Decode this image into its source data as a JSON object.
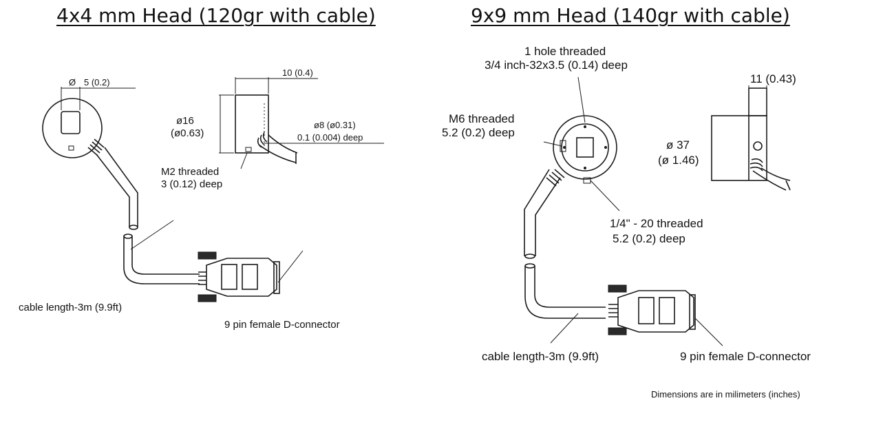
{
  "titles": {
    "left": "4x4 mm Head (120gr with cable)",
    "right": "9x9 mm Head (140gr with cable)"
  },
  "left": {
    "dia5": "5 (0.2)",
    "dim10": "10 (0.4)",
    "d16": "ø16",
    "d16in": "(ø0.63)",
    "d8": "ø8 (ø0.31)",
    "d8deep": "0.1 (0.004) deep",
    "m2a": "M2 threaded",
    "m2b": "3 (0.12) deep",
    "cable": "cable length-3m (9.9ft)",
    "connector": "9 pin female D-connector"
  },
  "right": {
    "hole1": "1 hole threaded",
    "hole2": "3/4 inch-32x3.5 (0.14) deep",
    "dim11": "11 (0.43)",
    "m6a": "M6 threaded",
    "m6b": "5.2 (0.2) deep",
    "d37": "ø 37",
    "d37in": "(ø 1.46)",
    "q20a": "1/4\" - 20 threaded",
    "q20b": "5.2 (0.2) deep",
    "cable": "cable length-3m (9.9ft)",
    "connector": "9 pin female D-connector",
    "units": "Dimensions are in milimeters (inches)"
  },
  "colors": {
    "line": "#1a1a1a",
    "background": "#ffffff"
  }
}
